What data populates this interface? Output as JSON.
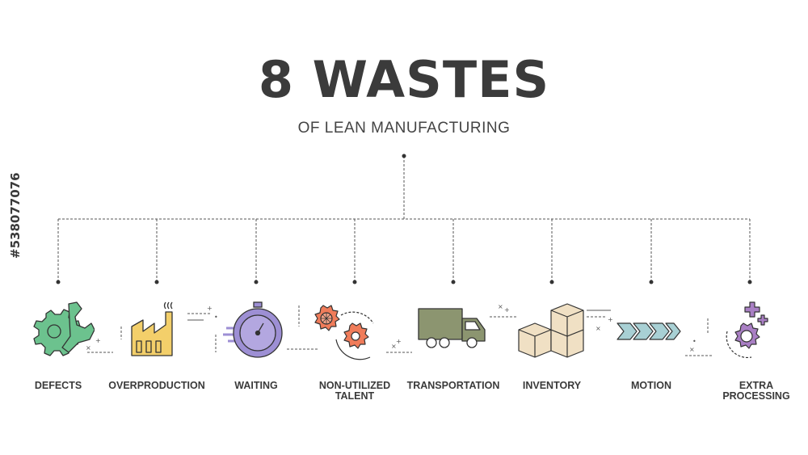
{
  "header": {
    "title": "8 WASTES",
    "subtitle": "OF LEAN MANUFACTURING"
  },
  "watermark": {
    "stock_id": "#538077076"
  },
  "wastes": [
    {
      "label": "DEFECTS",
      "icon": "gear-wrench-icon",
      "color": "#6cc28e"
    },
    {
      "label": "OVERPRODUCTION",
      "icon": "factory-icon",
      "color": "#f3cf6a"
    },
    {
      "label": "WAITING",
      "icon": "stopwatch-icon",
      "color": "#9d8fd4"
    },
    {
      "label": "NON-UTILIZED\nTALENT",
      "icon": "cobweb-gear-icon",
      "color": "#f07c5a"
    },
    {
      "label": "TRANSPORTATION",
      "icon": "truck-icon",
      "color": "#8c9570"
    },
    {
      "label": "INVENTORY",
      "icon": "boxes-icon",
      "color": "#f0e0c4"
    },
    {
      "label": "MOTION",
      "icon": "chevrons-icon",
      "color": "#a8d0d4"
    },
    {
      "label": "EXTRA\nPROCESSING",
      "icon": "gear-plus-icon",
      "color": "#a97fc4"
    }
  ]
}
